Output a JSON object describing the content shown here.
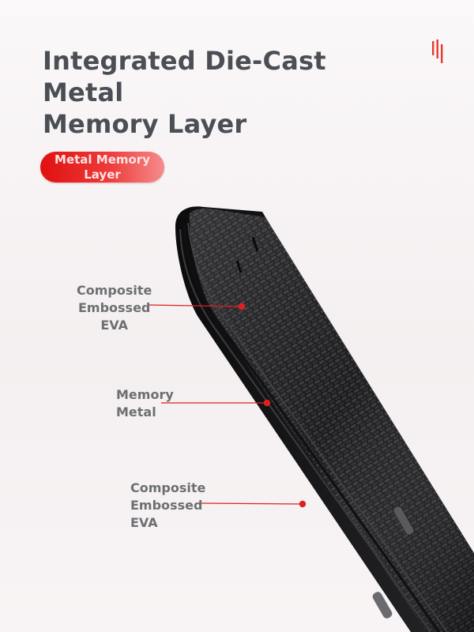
{
  "header": {
    "title_line1": "Integrated Die-Cast Metal",
    "title_line2": "Memory Layer"
  },
  "badge": {
    "line1": "Metal Memory",
    "line2": "Layer"
  },
  "callouts": [
    {
      "lines": [
        "Composite",
        "Embossed",
        "EVA"
      ]
    },
    {
      "lines": [
        "Memory",
        "Metal"
      ]
    },
    {
      "lines": [
        "Composite",
        "Embossed",
        "EVA"
      ]
    }
  ],
  "colors": {
    "accent": "#e01010",
    "title": "#4b4f55",
    "label": "#6d6f73",
    "pointer": "#e02020"
  },
  "icons": {
    "brand": "brand-logo-mark"
  }
}
